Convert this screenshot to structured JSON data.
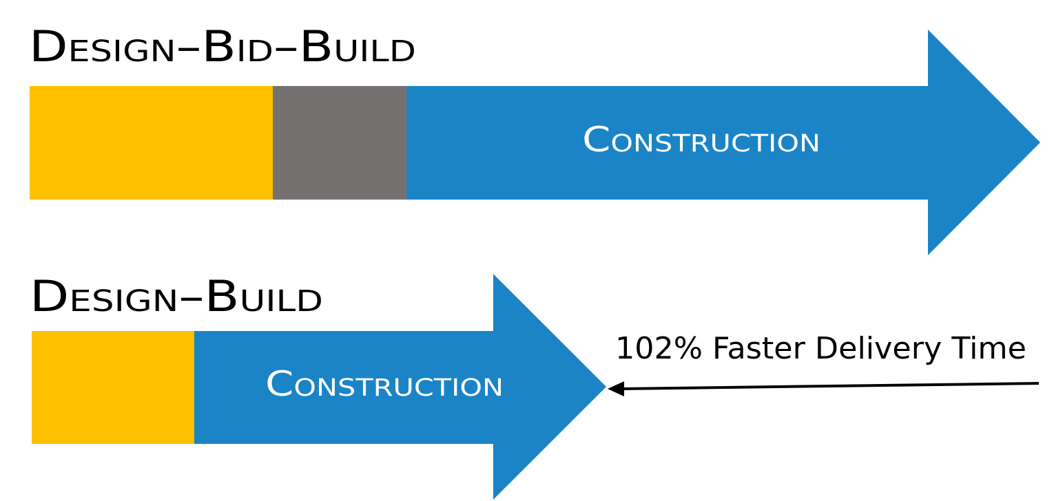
{
  "colors": {
    "design": "#FFC000",
    "bid": "#767171",
    "construction": "#1A84C7",
    "text": "#000000"
  },
  "design_bid_build": {
    "title": "Design–Bid–Build",
    "construction_label": "Construction"
  },
  "design_build": {
    "title": "Design–Build",
    "construction_label": "Construction"
  },
  "annotation": {
    "text": "102% Faster Delivery Time"
  }
}
